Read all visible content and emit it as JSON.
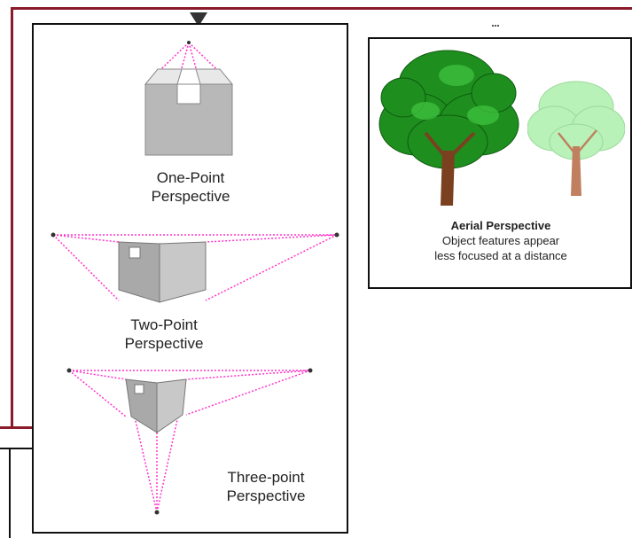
{
  "perspective_panel": {
    "one_point": {
      "line1": "One-Point",
      "line2": "Perspective"
    },
    "two_point": {
      "line1": "Two-Point",
      "line2": "Perspective"
    },
    "three_point": {
      "line1": "Three-point",
      "line2": "Perspective"
    }
  },
  "aerial_panel": {
    "title": "Aerial Perspective",
    "line1": "Object features appear",
    "line2": "less focused at a distance"
  },
  "colors": {
    "frame": "#8b1a2b",
    "guide_lines": "#ff33cc",
    "tree_dark": "#1e8f1e",
    "tree_light": "#b8f2b8",
    "trunk_dark": "#7a4020",
    "trunk_light": "#c08060"
  }
}
